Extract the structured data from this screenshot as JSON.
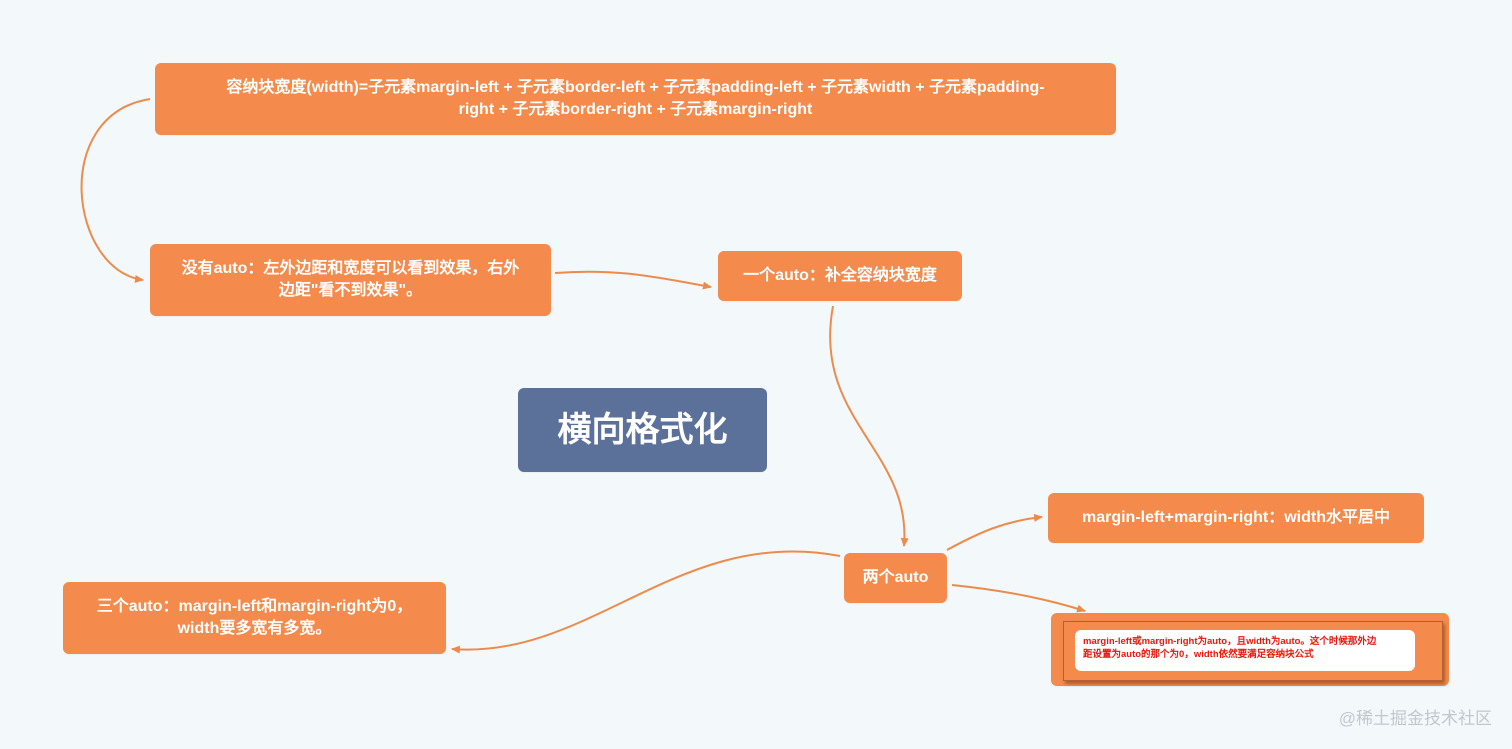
{
  "diagram": {
    "central": "横向格式化",
    "top_formula": {
      "line1": "容纳块宽度(width)=子元素margin-left + 子元素border-left + 子元素padding-left + 子元素width + 子元素padding-",
      "line2": "right + 子元素border-right + 子元素margin-right"
    },
    "no_auto": {
      "line1": "没有auto：左外边距和宽度可以看到效果，右外",
      "line2": "边距\"看不到效果\"。"
    },
    "one_auto": "一个auto：补全容纳块宽度",
    "two_auto": "两个auto",
    "margin_lr_auto": "margin-left+margin-right：width水平居中",
    "one_side_auto": {
      "line1": "margin-left或margin-right为auto，且width为auto。这个时候那外边",
      "line2": "距设置为auto的那个为0，width依然要满足容纳块公式"
    },
    "three_auto": {
      "line1": "三个auto：margin-left和margin-right为0，",
      "line2": "width要多宽有多宽。"
    }
  },
  "colors": {
    "background": "#f3f8fb",
    "node_orange": "#f48a4b",
    "central_blue": "#5b7199",
    "connector": "#ec8b4c",
    "detail_text_red": "#e8180c"
  },
  "watermark": "@稀土掘金技术社区"
}
